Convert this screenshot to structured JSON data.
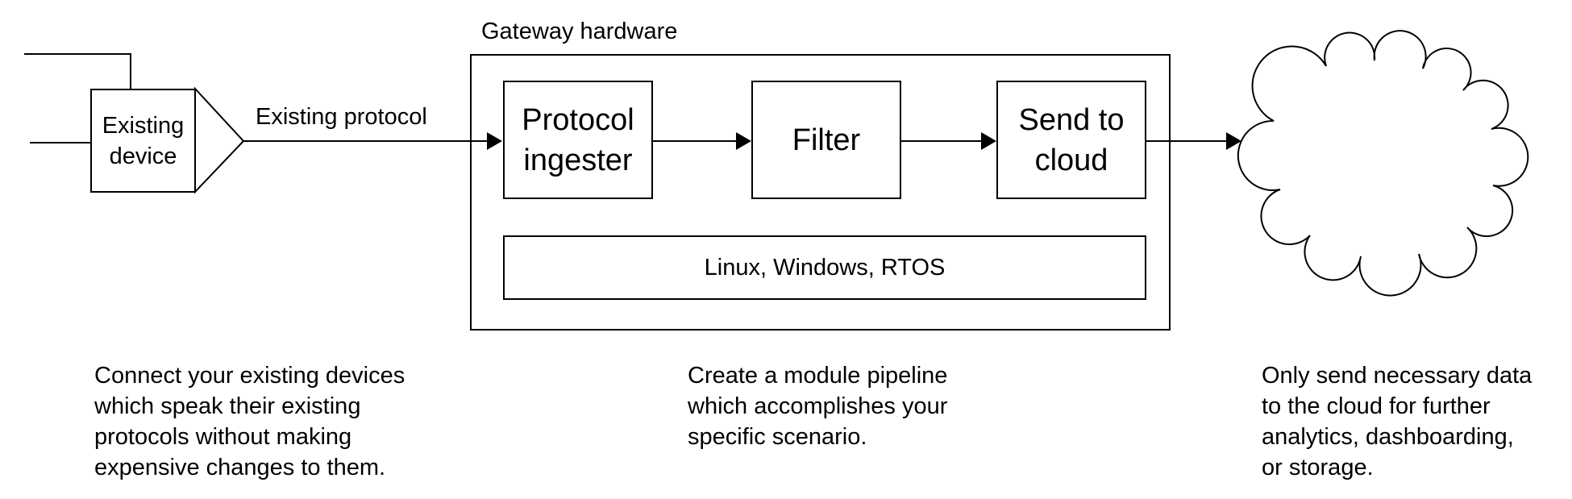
{
  "diagram": {
    "device": {
      "label": "Existing\ndevice"
    },
    "protocol_label": "Existing protocol",
    "gateway": {
      "title": "Gateway hardware",
      "modules": [
        {
          "label": "Protocol\ningester"
        },
        {
          "label": "Filter"
        },
        {
          "label": "Send to\ncloud"
        }
      ],
      "os_bar": "Linux, Windows, RTOS"
    },
    "cloud": {
      "shape": "cloud-outline"
    },
    "captions": {
      "device": "Connect your existing devices\nwhich speak their existing\nprotocols without making\nexpensive changes to them.",
      "gateway": "Create a module pipeline\nwhich accomplishes your\nspecific scenario.",
      "cloud": "Only send necessary data\nto the cloud for further\nanalytics, dashboarding,\nor storage."
    },
    "colors": {
      "ink": "#000000",
      "background": "#ffffff"
    }
  }
}
